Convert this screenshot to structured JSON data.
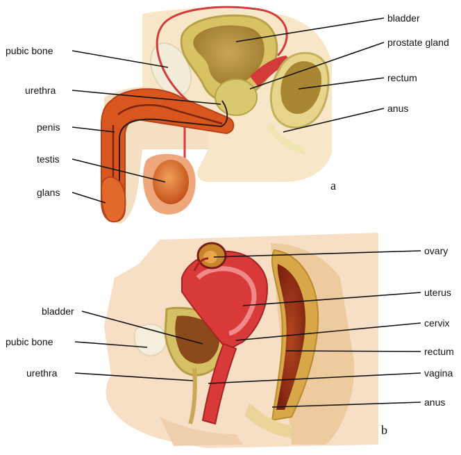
{
  "panels": [
    {
      "id": "a",
      "letter": "a",
      "labels": {
        "pubic_bone": "pubic bone",
        "urethra": "urethra",
        "penis": "penis",
        "testis": "testis",
        "glans": "glans",
        "bladder": "bladder",
        "prostate_gland": "prostate gland",
        "rectum": "rectum",
        "anus": "anus"
      }
    },
    {
      "id": "b",
      "letter": "b",
      "labels": {
        "ovary": "ovary",
        "uterus": "uterus",
        "cervix": "cervix",
        "rectum": "rectum",
        "vagina": "vagina",
        "anus": "anus",
        "bladder": "bladder",
        "pubic_bone": "pubic bone",
        "urethra": "urethra"
      }
    }
  ],
  "colors": {
    "skin": "#f6dcc0",
    "tissue": "#efe0b0",
    "bone": "#f3ebd8",
    "organ_wall": "#c8b34a",
    "organ_cavity": "#a7852f",
    "muscle_red": "#d83a3a",
    "penis_orange": "#d9561e",
    "testis_orange": "#dd6a22",
    "rectum_dark": "#8a2a14"
  }
}
